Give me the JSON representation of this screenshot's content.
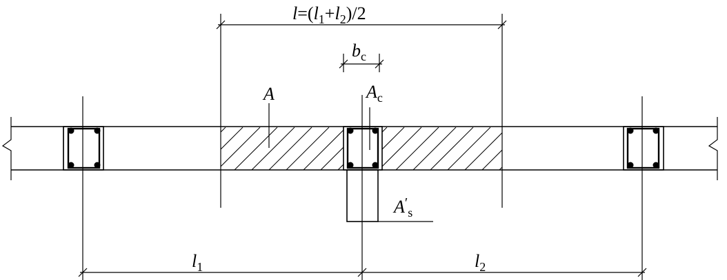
{
  "labels": {
    "span_formula": {
      "main": "l",
      "mid": "=(",
      "l1": "l",
      "l1_sub": "1",
      "plus": "+",
      "l2": "l",
      "l2_sub": "2",
      "tail": ")/2"
    },
    "bc": {
      "main": "b",
      "sub": "c"
    },
    "A": "A",
    "Ac": {
      "main": "A",
      "sub": "c"
    },
    "As": {
      "main": "A",
      "prime": "′",
      "sub": "s"
    },
    "l1": {
      "main": "l",
      "sub": "1"
    },
    "l2": {
      "main": "l",
      "sub": "2"
    }
  }
}
